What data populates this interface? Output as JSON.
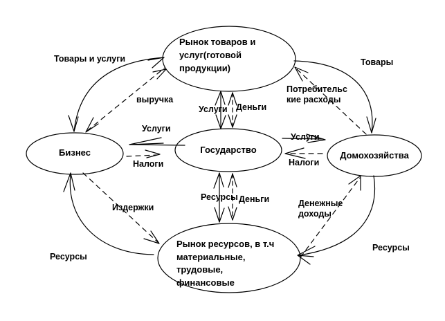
{
  "nodes": {
    "goods_market": {
      "lines": [
        "Рынок товаров и",
        "услуг(готовой",
        "продукции)"
      ]
    },
    "business": {
      "label": "Бизнес"
    },
    "state": {
      "label": "Государство"
    },
    "households": {
      "label": "Домохозяйства"
    },
    "resource_market": {
      "lines": [
        "Рынок ресурсов, в т.ч",
        "материальные,",
        "трудовые,",
        "финансовые"
      ]
    }
  },
  "labels": {
    "goods_services": "Товары и услуги",
    "revenue": "выручка",
    "services_top": "Услуги",
    "money_top": "Деньги",
    "services_business": "Услуги",
    "taxes_business": "Налоги",
    "services_households": "Услуги",
    "taxes_households": "Налоги",
    "consumer_spending_line1": "Потребительс",
    "consumer_spending_line2": "кие расходы",
    "goods": "Товары",
    "resources_vertical": "Ресурсы",
    "money_bottom": "Деньги",
    "costs": "Издержки",
    "money_income_line1": "Денежные",
    "money_income_line2": "доходы",
    "resources_left": "Ресурсы",
    "resources_right": "Ресурсы"
  },
  "colors": {
    "stroke": "#000000",
    "text": "#000000",
    "background": "#ffffff"
  }
}
